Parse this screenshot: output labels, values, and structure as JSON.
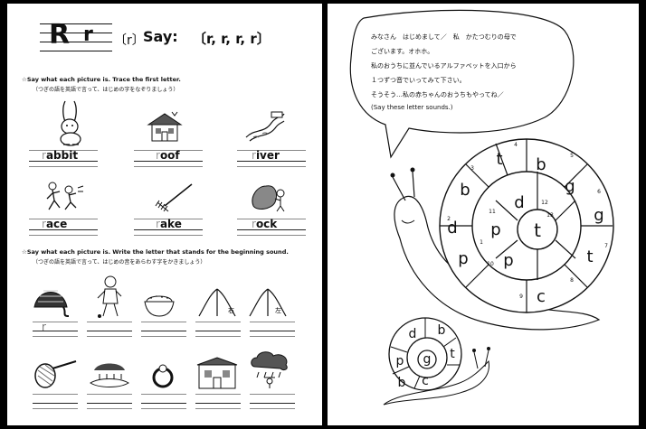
{
  "left_page": {
    "title_upper": "R",
    "title_lower": "r",
    "sound_bracket": "〔r〕",
    "say_label": "Say:",
    "sound_sequence": "〔r, r, r, r〕",
    "section1": {
      "instruction_en": "☆Say  what each picture is.   Trace the first letter.",
      "instruction_jp": "（つぎの語を英語で言って、はじめの字をなぞりましょう）",
      "words": [
        {
          "first": "r",
          "rest": "abbit",
          "icon": "rabbit-picture"
        },
        {
          "first": "r",
          "rest": "oof",
          "icon": "house-roof-picture"
        },
        {
          "first": "r",
          "rest": "iver",
          "icon": "river-picture"
        },
        {
          "first": "r",
          "rest": "ace",
          "icon": "race-picture"
        },
        {
          "first": "r",
          "rest": "ake",
          "icon": "rake-picture"
        },
        {
          "first": "r",
          "rest": "ock",
          "icon": "rock-picture"
        }
      ]
    },
    "section2": {
      "instruction_en": "☆Say  what each picture is.   Write the letter that stands for the beginning sound.",
      "instruction_jp": "（つぎの語を英語で言って、はじめの音をあらわす字をかきましょう）",
      "example_letter": "r",
      "road_labels": [
        "右",
        "左"
      ]
    }
  },
  "right_page": {
    "bubble_lines": [
      "みなさん　はじめまして／　私　かたつむりの母で",
      "ございます。オホホ。",
      "私のおうちに並んでいるアルファベットを入口から",
      "１つずつ音でいってみて下さい。",
      "そうそう…私の赤ちゃんのおうちもやってね／",
      "(Say these letter sounds.)"
    ],
    "big_snail": {
      "outer_letters": [
        "t",
        "b",
        "g",
        "g",
        "t",
        "c",
        "p",
        "d",
        "b"
      ],
      "inner_letters": [
        "d",
        "p",
        "p"
      ],
      "center_letter": "t",
      "numbers": [
        "1",
        "2",
        "3",
        "4",
        "5",
        "6",
        "7",
        "8",
        "9",
        "10",
        "11",
        "12",
        "13"
      ]
    },
    "small_snail": {
      "letters": [
        "d",
        "b",
        "p",
        "t",
        "b",
        "c",
        "g"
      ]
    }
  }
}
